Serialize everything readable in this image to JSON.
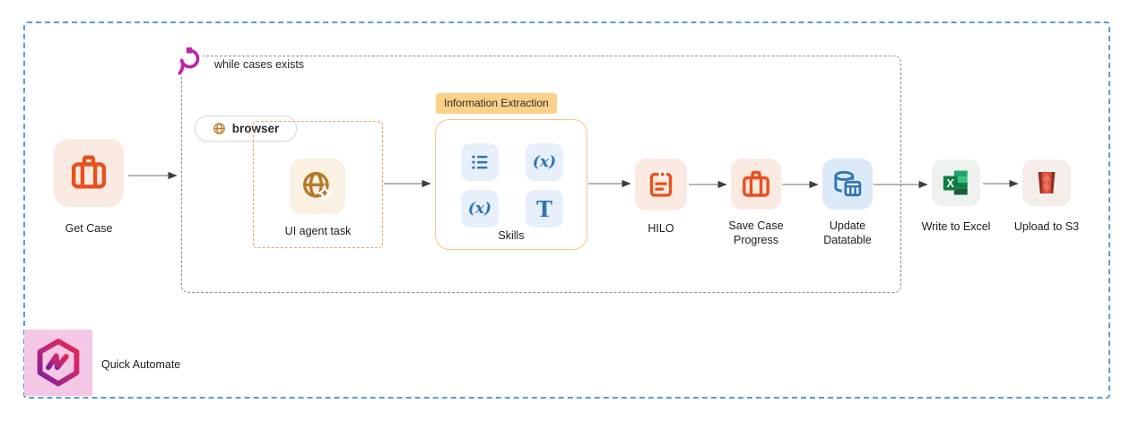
{
  "diagram": {
    "loop": {
      "label": "while cases exists",
      "icon": "loop-icon",
      "color": "#be23ac",
      "border_color": "#7e8ea3"
    },
    "outer_border_color": "#5b9bd5",
    "nodes": {
      "get_case": {
        "label": "Get Case",
        "icon": "briefcase-icon",
        "accent": "#e8501e",
        "bg": "#fbeae2"
      },
      "browser_badge": {
        "label": "browser",
        "icon": "globe-icon",
        "accent": "#c0772b"
      },
      "ui_agent": {
        "label": "UI agent task",
        "icon": "globe-sparkle-icon",
        "accent": "#b5792b",
        "bg": "#faf1e3",
        "border": "#f0a45b"
      },
      "information_extraction": {
        "label": "Information Extraction",
        "bg": "#fad189"
      },
      "skills": {
        "label": "Skills",
        "accent": "#2e74b5",
        "border": "#f5c585",
        "tiles": {
          "t1": {
            "icon": "list-icon"
          },
          "t2": {
            "icon": "formula-x-icon",
            "glyph": "(x)"
          },
          "t3": {
            "icon": "formula-x-icon",
            "glyph": "(x)"
          },
          "t4": {
            "icon": "text-icon",
            "glyph": "T"
          }
        }
      },
      "hilo": {
        "label": "HILO",
        "icon": "clipboard-icon",
        "accent": "#e8501e",
        "bg": "#fbeae2"
      },
      "save_case": {
        "label": "Save Case Progress",
        "icon": "briefcase-icon",
        "accent": "#e8501e",
        "bg": "#fbeae2"
      },
      "update_datatable": {
        "label": "Update Datatable",
        "icon": "database-table-icon",
        "accent": "#2e74b5",
        "bg": "#dceaf8"
      },
      "write_excel": {
        "label": "Write to Excel",
        "icon": "excel-icon",
        "bg": "#edf2ef"
      },
      "upload_s3": {
        "label": "Upload to S3",
        "icon": "s3-bucket-icon",
        "bg": "#f4edea"
      }
    },
    "branding": {
      "label": "Quick Automate",
      "icon": "hexagon-bolt-logo",
      "bg": "#f4c8e4"
    }
  }
}
